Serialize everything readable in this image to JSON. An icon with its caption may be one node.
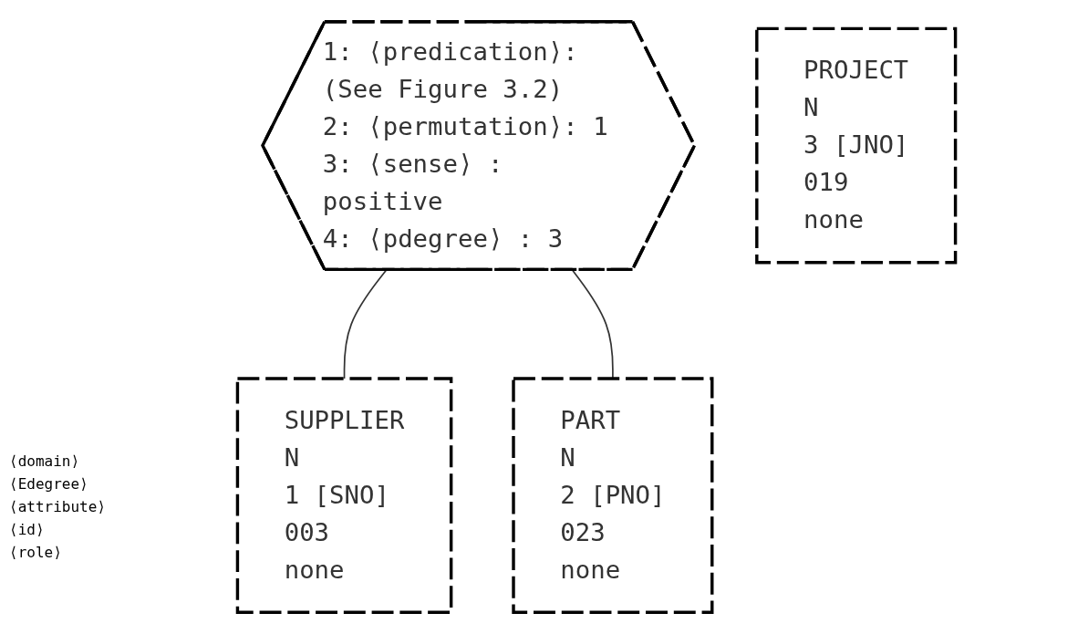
{
  "diagram": {
    "nodes": [
      {
        "text": [
          "1: ⟨predication⟩: (See Figure 3.2)",
          "2: ⟨permutation⟩: 1",
          "3: ⟨sense⟩ : positive",
          "4: ⟨pdegree⟩ : 3"
        ]
      },
      {
        "text": [
          "SUPPLIER",
          "N",
          "1 [SNO]",
          "003",
          "none"
        ]
      },
      {
        "text": [
          "PART",
          "N",
          "2 [PNO]",
          "023",
          "none"
        ]
      },
      {
        "text": [
          "PROJECT",
          "N",
          "3 [JNO]",
          "019",
          "none"
        ]
      }
    ],
    "edges": [
      {
        "from": 0,
        "to": 1,
        "arrow": "none"
      },
      {
        "from": 0,
        "to": 2,
        "arrow": "none"
      }
    ],
    "labels": [
      "⟨domain⟩",
      "⟨Edegree⟩",
      "⟨attribute⟩",
      "⟨id⟩",
      "⟨role⟩"
    ]
  }
}
